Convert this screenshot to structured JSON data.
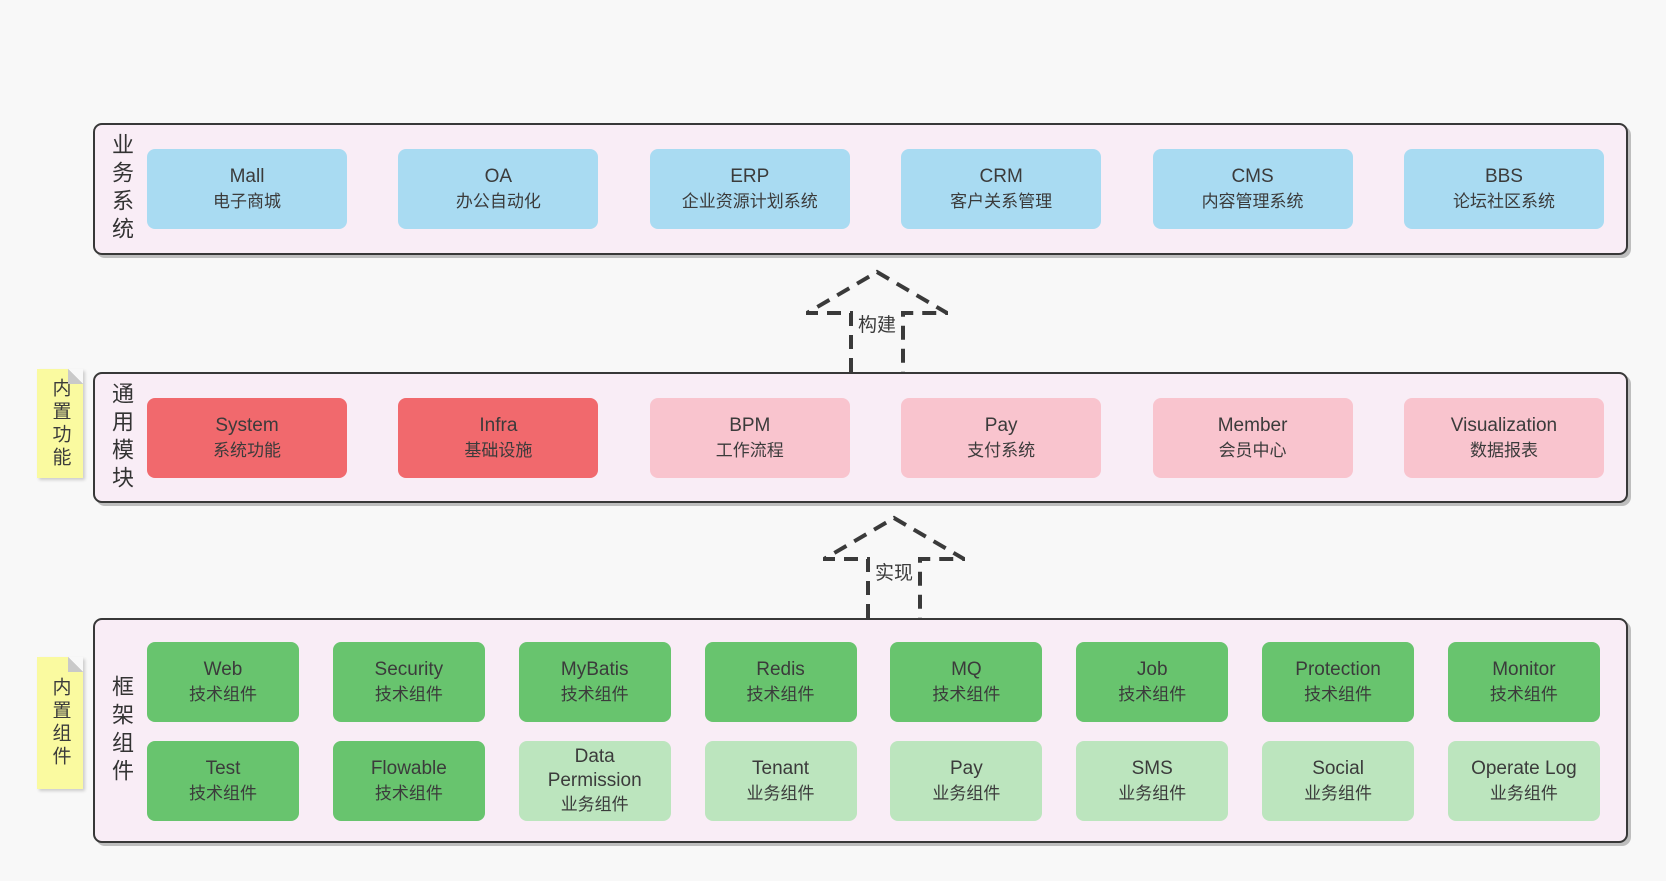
{
  "page": {
    "background": "#f8f8f8"
  },
  "colors": {
    "band_fill": "#f9edf6",
    "band_border": "#383838",
    "business_blue": "#a9dbf2",
    "module_red": "#f1696d",
    "module_pink": "#f9c4ce",
    "component_green": "#68c46e",
    "component_light_green": "#bce5be",
    "note_yellow": "#fafaa0",
    "text": "#3b3b3b"
  },
  "bands": [
    {
      "label": "业务系统",
      "boxes": [
        {
          "name": "Mall",
          "sub": "电子商城"
        },
        {
          "name": "OA",
          "sub": "办公自动化"
        },
        {
          "name": "ERP",
          "sub": "企业资源计划系统"
        },
        {
          "name": "CRM",
          "sub": "客户关系管理"
        },
        {
          "name": "CMS",
          "sub": "内容管理系统"
        },
        {
          "name": "BBS",
          "sub": "论坛社区系统"
        }
      ]
    },
    {
      "label": "通用模块",
      "note": "内置功能",
      "boxes": [
        {
          "name": "System",
          "sub": "系统功能"
        },
        {
          "name": "Infra",
          "sub": "基础设施"
        },
        {
          "name": "BPM",
          "sub": "工作流程"
        },
        {
          "name": "Pay",
          "sub": "支付系统"
        },
        {
          "name": "Member",
          "sub": "会员中心"
        },
        {
          "name": "Visualization",
          "sub": "数据报表"
        }
      ]
    },
    {
      "label": "框架组件",
      "note": "内置组件",
      "rows": [
        [
          {
            "name": "Web",
            "sub": "技术组件"
          },
          {
            "name": "Security",
            "sub": "技术组件"
          },
          {
            "name": "MyBatis",
            "sub": "技术组件"
          },
          {
            "name": "Redis",
            "sub": "技术组件"
          },
          {
            "name": "MQ",
            "sub": "技术组件"
          },
          {
            "name": "Job",
            "sub": "技术组件"
          },
          {
            "name": "Protection",
            "sub": "技术组件"
          },
          {
            "name": "Monitor",
            "sub": "技术组件"
          }
        ],
        [
          {
            "name": "Test",
            "sub": "技术组件"
          },
          {
            "name": "Flowable",
            "sub": "技术组件"
          },
          {
            "name": "Data Permission",
            "sub": "业务组件"
          },
          {
            "name": "Tenant",
            "sub": "业务组件"
          },
          {
            "name": "Pay",
            "sub": "业务组件"
          },
          {
            "name": "SMS",
            "sub": "业务组件"
          },
          {
            "name": "Social",
            "sub": "业务组件"
          },
          {
            "name": "Operate Log",
            "sub": "业务组件"
          }
        ]
      ]
    }
  ],
  "arrows": [
    {
      "label": "构建"
    },
    {
      "label": "实现"
    }
  ]
}
